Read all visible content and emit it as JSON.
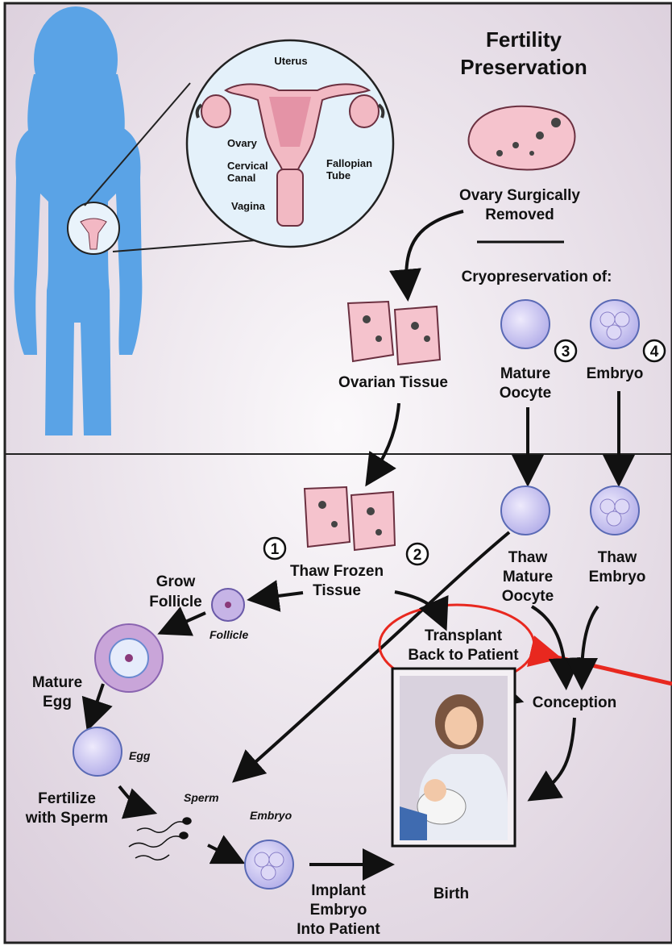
{
  "title": [
    "Fertility",
    "Preservation"
  ],
  "anatomy": {
    "uterus": "Uterus",
    "ovary": "Ovary",
    "cervical_canal": [
      "Cervical",
      "Canal"
    ],
    "fallopian_tube": [
      "Fallopian",
      "Tube"
    ],
    "vagina": "Vagina"
  },
  "ovary_removed": [
    "Ovary Surgically",
    "Removed"
  ],
  "cryo_heading": "Cryopreservation of:",
  "ovarian_tissue": "Ovarian Tissue",
  "mature_oocyte": [
    "Mature",
    "Oocyte"
  ],
  "embryo_top": "Embryo",
  "step_numbers": [
    "1",
    "2",
    "3",
    "4"
  ],
  "thaw_tissue": [
    "Thaw Frozen",
    "Tissue"
  ],
  "thaw_oocyte": [
    "Thaw",
    "Mature",
    "Oocyte"
  ],
  "thaw_embryo": [
    "Thaw",
    "Embryo"
  ],
  "grow_follicle": [
    "Grow",
    "Follicle"
  ],
  "follicle": "Follicle",
  "transplant": [
    "Transplant",
    "Back to Patient"
  ],
  "conception": "Conception",
  "mature_egg": [
    "Mature",
    "Egg"
  ],
  "egg": "Egg",
  "fertilize": [
    "Fertilize",
    "with Sperm"
  ],
  "sperm": "Sperm",
  "embryo_small": "Embryo",
  "implant": [
    "Implant",
    "Embryo",
    "Into Patient"
  ],
  "birth": "Birth",
  "colors": {
    "background": "#e9e2ea",
    "silhouette": "#5aa3e6",
    "cell": "#c7c4ef",
    "highlight": "#e8281f"
  }
}
